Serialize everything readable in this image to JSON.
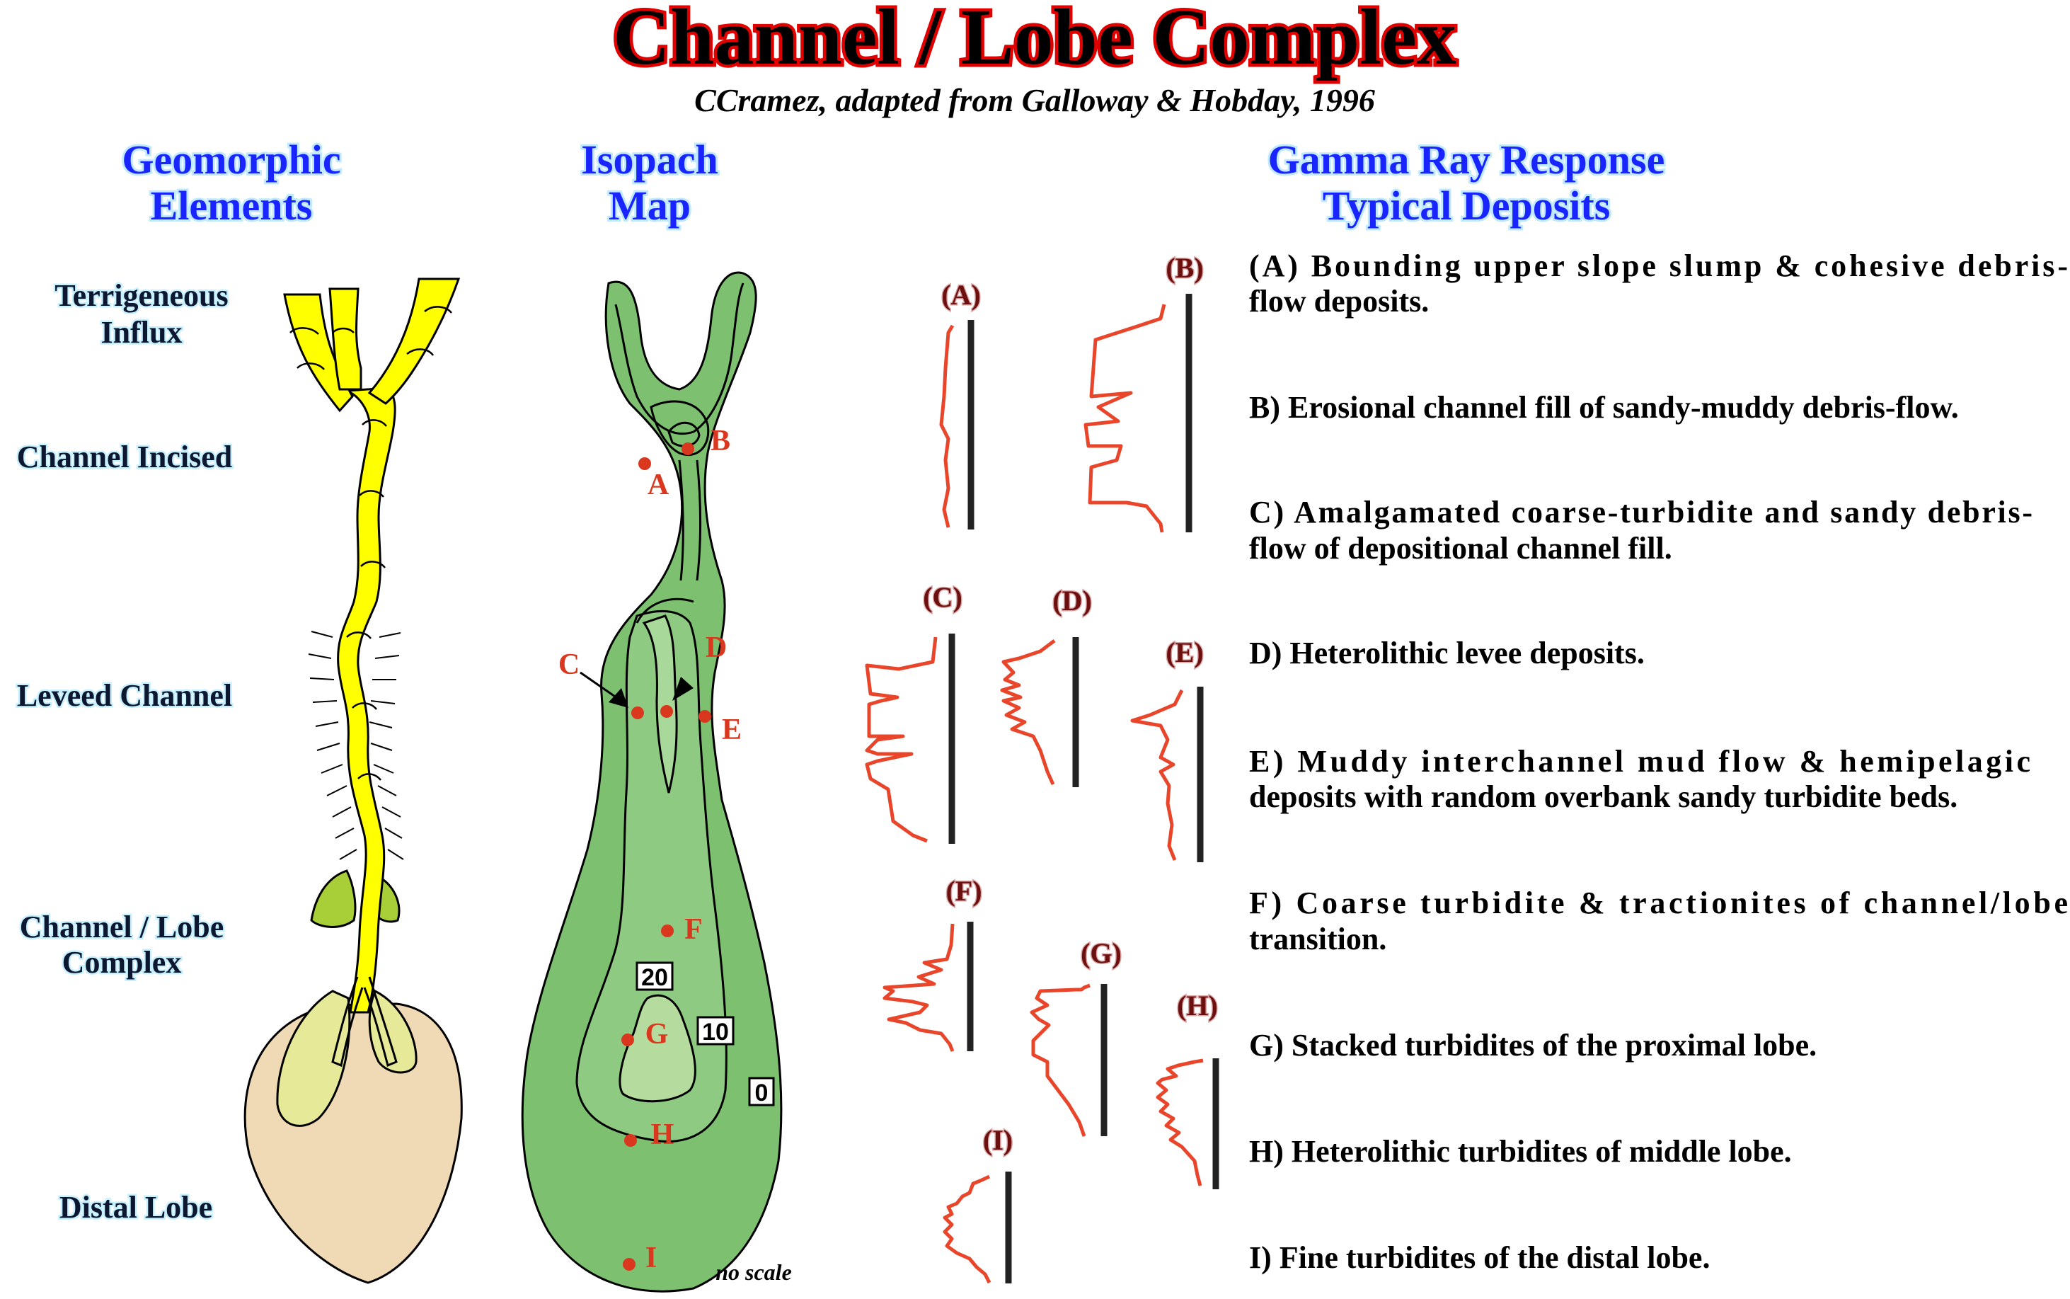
{
  "title": "Channel / Lobe Complex",
  "subtitle": "CCramez, adapted from Galloway & Hobday, 1996",
  "headers": {
    "geomorphic": [
      "Geomorphic",
      "Elements"
    ],
    "isopach": [
      "Isopach",
      "Map"
    ],
    "gamma": [
      "Gamma Ray Response",
      "Typical Deposits"
    ]
  },
  "geomorphic_labels": {
    "influx": [
      "Terrigeneous",
      "Influx"
    ],
    "incised": "Channel Incised",
    "leveed": "Leveed Channel",
    "complex": [
      "Channel / Lobe",
      "Complex"
    ],
    "distal": "Distal Lobe"
  },
  "map_points": [
    "A",
    "B",
    "C",
    "D",
    "E",
    "F",
    "G",
    "H",
    "I"
  ],
  "contours": [
    "20",
    "10",
    "0"
  ],
  "no_scale": "no scale",
  "log_labels": [
    "(A)",
    "(B)",
    "(C)",
    "(D)",
    "(E)",
    "(F)",
    "(G)",
    "(H)",
    "(I)"
  ],
  "descriptions": [
    [
      "(A) Bounding upper slope slump & cohesive debris-",
      "flow deposits."
    ],
    [
      "B) Erosional channel fill of sandy-muddy debris-flow."
    ],
    [
      "C) Amalgamated coarse-turbidite and sandy debris-",
      "flow of depositional  channel fill."
    ],
    [
      "D) Heterolithic levee deposits."
    ],
    [
      "E) Muddy interchannel mud flow & hemipelagic",
      "deposits with random overbank sandy turbidite beds."
    ],
    [
      "F) Coarse turbidite & tractionites of channel/lobe",
      "transition."
    ],
    [
      "G) Stacked turbidites of the proximal lobe."
    ],
    [
      "H) Heterolithic turbidites of middle lobe."
    ],
    [
      "I) Fine turbidites of the distal lobe."
    ]
  ],
  "colors": {
    "title_fill": "#000000",
    "title_outline": "#e00000",
    "header": "#1a24ff",
    "channel_yellow": "#ffff00",
    "lobe_tan": "#f0d9b5",
    "map_green": "#7cc070",
    "log_red": "#e8452a"
  }
}
